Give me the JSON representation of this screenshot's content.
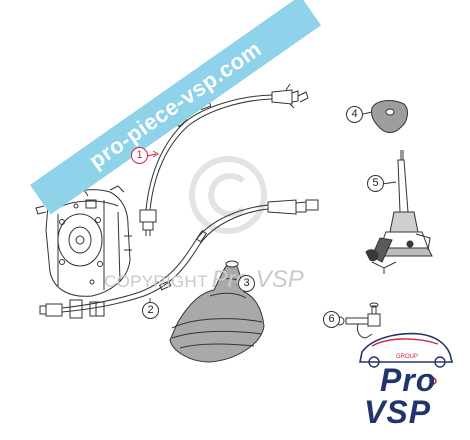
{
  "watermark": {
    "site": "pro-piece-vsp.com",
    "copyright_text": "COPYRIGHT",
    "brand_text": "Pro VSP",
    "symbol": "©"
  },
  "callouts": [
    {
      "id": "1",
      "label": "1",
      "color": "#d4243c"
    },
    {
      "id": "2",
      "label": "2",
      "color": "#333333"
    },
    {
      "id": "3",
      "label": "3",
      "color": "#333333"
    },
    {
      "id": "4",
      "label": "4",
      "color": "#333333"
    },
    {
      "id": "5",
      "label": "5",
      "color": "#333333"
    },
    {
      "id": "6",
      "label": "6",
      "color": "#333333"
    }
  ],
  "logo": {
    "line1": "Pro",
    "line2": "VSP",
    "tag": "GROUP",
    "color_primary": "#22356b",
    "color_accent": "#d4243c"
  },
  "colors": {
    "banner": "#8fd3ea",
    "line": "#333333",
    "watermark": "#c9c9c9"
  }
}
